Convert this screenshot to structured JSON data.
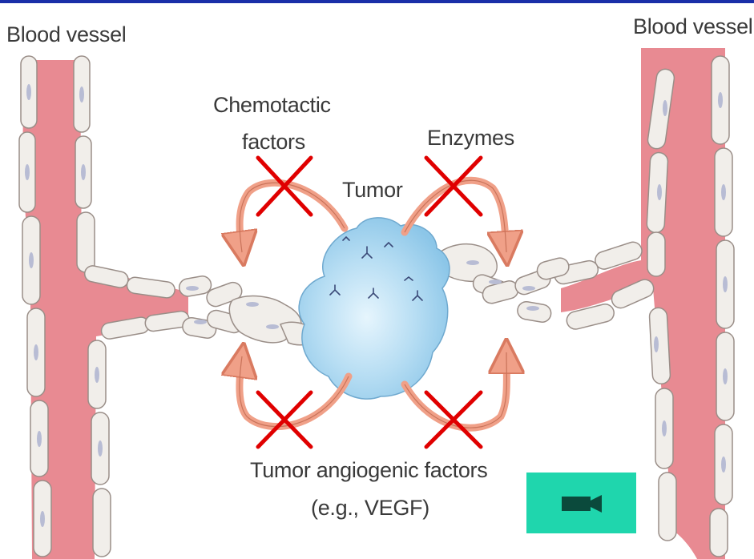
{
  "labels": {
    "blood_vessel_left": "Blood vessel",
    "blood_vessel_right": "Blood vessel",
    "chemotactic_line1": "Chemotactic",
    "chemotactic_line2": "factors",
    "enzymes": "Enzymes",
    "tumor": "Tumor",
    "angiogenic_line1": "Tumor angiogenic factors",
    "angiogenic_line2": "(e.g., VEGF)"
  },
  "icons": {
    "video_button": "video-camera-icon"
  },
  "colors": {
    "top_border": "#1a2fa8",
    "vessel_fill": "#e88a92",
    "vessel_cell": "#f1eeea",
    "cell_nucleus": "#b8bcd4",
    "tumor_fill": "#a9d6f0",
    "arrow": "#f0a088",
    "cross": "#e00000",
    "video_button_bg": "#1fd6ad"
  }
}
